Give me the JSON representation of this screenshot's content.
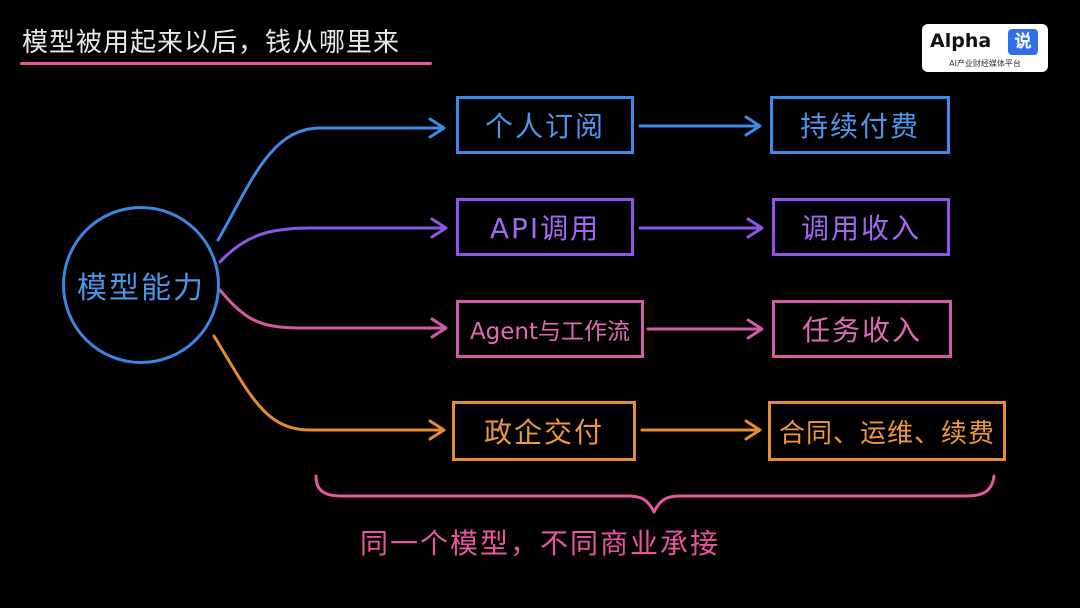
{
  "title": "模型被用起来以后，钱从哪里来",
  "logo": {
    "name": "Alpha",
    "badge": "说",
    "subtitle": "AI产业财经媒体平台"
  },
  "hub": {
    "label": "模型能力"
  },
  "rows": [
    {
      "source": "个人订阅",
      "target": "持续付费",
      "color": "#3f8ae6"
    },
    {
      "source": "API调用",
      "target": "调用收入",
      "color": "#8e55e6"
    },
    {
      "source": "Agent与工作流",
      "target": "任务收入",
      "color": "#d45aa8"
    },
    {
      "source": "政企交付",
      "target": "合同、运维、续费",
      "color": "#e58b30"
    }
  ],
  "summary": "同一个模型，不同商业承接",
  "colors": {
    "background": "#000000",
    "title_underline": "#e8579e",
    "hub": "#3a86e0",
    "summary": "#e8579e"
  }
}
